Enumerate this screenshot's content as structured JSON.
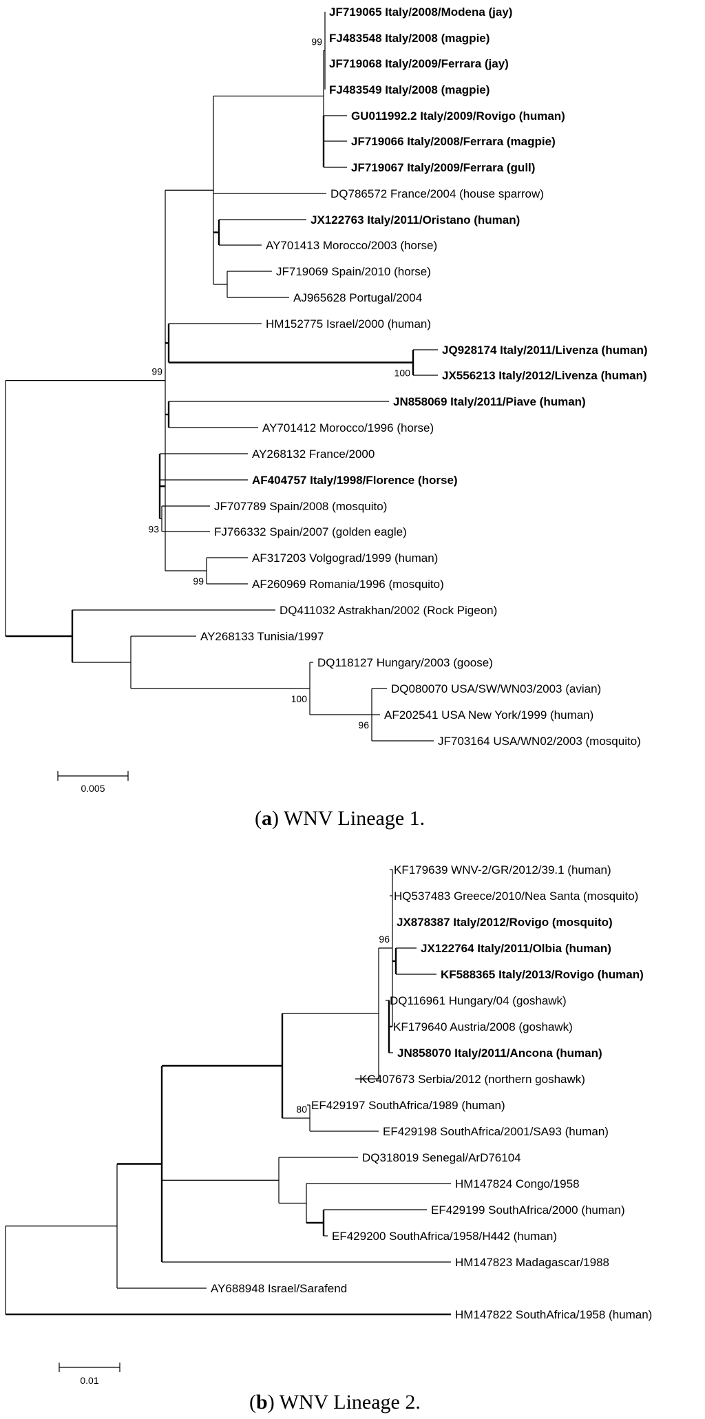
{
  "panel_a": {
    "caption_letter": "a",
    "caption_text": "WNV Lineage 1.",
    "scale_label": "0.005",
    "bootstrap": [
      "99",
      "100",
      "99",
      "93",
      "99",
      "100",
      "96"
    ],
    "taxa": [
      {
        "label": "JF719065  Italy/2008/Modena (jay)",
        "bold": true
      },
      {
        "label": "FJ483548  Italy/2008 (magpie)",
        "bold": true
      },
      {
        "label": "JF719068  Italy/2009/Ferrara (jay)",
        "bold": true
      },
      {
        "label": "FJ483549  Italy/2008 (magpie)",
        "bold": true
      },
      {
        "label": "GU011992.2 Italy/2009/Rovigo (human)",
        "bold": true
      },
      {
        "label": "JF719066   Italy/2008/Ferrara (magpie)",
        "bold": true
      },
      {
        "label": "JF719067  Italy/2009/Ferrara (gull)",
        "bold": true
      },
      {
        "label": "DQ786572  France/2004 (house sparrow)",
        "bold": false
      },
      {
        "label": "JX122763 Italy/2011/Oristano (human)",
        "bold": true
      },
      {
        "label": "AY701413  Morocco/2003 (horse)",
        "bold": false
      },
      {
        "label": "JF719069  Spain/2010 (horse)",
        "bold": false
      },
      {
        "label": "AJ965628  Portugal/2004",
        "bold": false
      },
      {
        "label": "HM152775  Israel/2000 (human)",
        "bold": false
      },
      {
        "label": "JQ928174  Italy/2011/Livenza (human)",
        "bold": true
      },
      {
        "label": "JX556213  Italy/2012/Livenza (human)",
        "bold": true
      },
      {
        "label": "JN858069  Italy/2011/Piave (human)",
        "bold": true
      },
      {
        "label": "AY701412  Morocco/1996 (horse)",
        "bold": false
      },
      {
        "label": "AY268132  France/2000",
        "bold": false
      },
      {
        "label": "AF404757  Italy/1998/Florence (horse)",
        "bold": true
      },
      {
        "label": "JF707789  Spain/2008 (mosquito)",
        "bold": false
      },
      {
        "label": "FJ766332  Spain/2007 (golden eagle)",
        "bold": false
      },
      {
        "label": "AF317203  Volgograd/1999 (human)",
        "bold": false
      },
      {
        "label": "AF260969  Romania/1996 (mosquito)",
        "bold": false
      },
      {
        "label": "DQ411032  Astrakhan/2002 (Rock Pigeon)",
        "bold": false
      },
      {
        "label": "AY268133  Tunisia/1997",
        "bold": false
      },
      {
        "label": "DQ118127  Hungary/2003 (goose)",
        "bold": false
      },
      {
        "label": "DQ080070  USA/SW/WN03/2003 (avian)",
        "bold": false
      },
      {
        "label": "AF202541  USA New York/1999 (human)",
        "bold": false
      },
      {
        "label": "JF703164  USA/WN02/2003 (mosquito)",
        "bold": false
      }
    ]
  },
  "panel_b": {
    "caption_letter": "b",
    "caption_text": "WNV Lineage 2.",
    "scale_label": "0.01",
    "bootstrap": [
      "96",
      "80"
    ],
    "taxa": [
      {
        "label": "KF179639  WNV-2/GR/2012/39.1 (human)",
        "bold": false
      },
      {
        "label": "HQ537483  Greece/2010/Nea Santa (mosquito)",
        "bold": false
      },
      {
        "label": "JX878387 Italy/2012/Rovigo (mosquito)",
        "bold": true
      },
      {
        "label": "JX122764  Italy/2011/Olbia (human)",
        "bold": true
      },
      {
        "label": "KF588365  Italy/2013/Rovigo (human)",
        "bold": true
      },
      {
        "label": "DQ116961  Hungary/04 (goshawk)",
        "bold": false
      },
      {
        "label": "KF179640  Austria/2008 (goshawk)",
        "bold": false
      },
      {
        "label": "JN858070  Italy/2011/Ancona (human)",
        "bold": true
      },
      {
        "label": "KC407673  Serbia/2012 (northern goshawk)",
        "bold": false
      },
      {
        "label": "EF429197  SouthAfrica/1989 (human)",
        "bold": false
      },
      {
        "label": "EF429198  SouthAfrica/2001/SA93 (human)",
        "bold": false
      },
      {
        "label": "DQ318019  Senegal/ArD76104",
        "bold": false
      },
      {
        "label": "HM147824  Congo/1958",
        "bold": false
      },
      {
        "label": "EF429199  SouthAfrica/2000 (human)",
        "bold": false
      },
      {
        "label": "EF429200   SouthAfrica/1958/H442 (human)",
        "bold": false
      },
      {
        "label": "HM147823  Madagascar/1988",
        "bold": false
      },
      {
        "label": "AY688948  Israel/Sarafend",
        "bold": false
      },
      {
        "label": "HM147822  SouthAfrica/1958 (human)",
        "bold": false
      }
    ]
  }
}
